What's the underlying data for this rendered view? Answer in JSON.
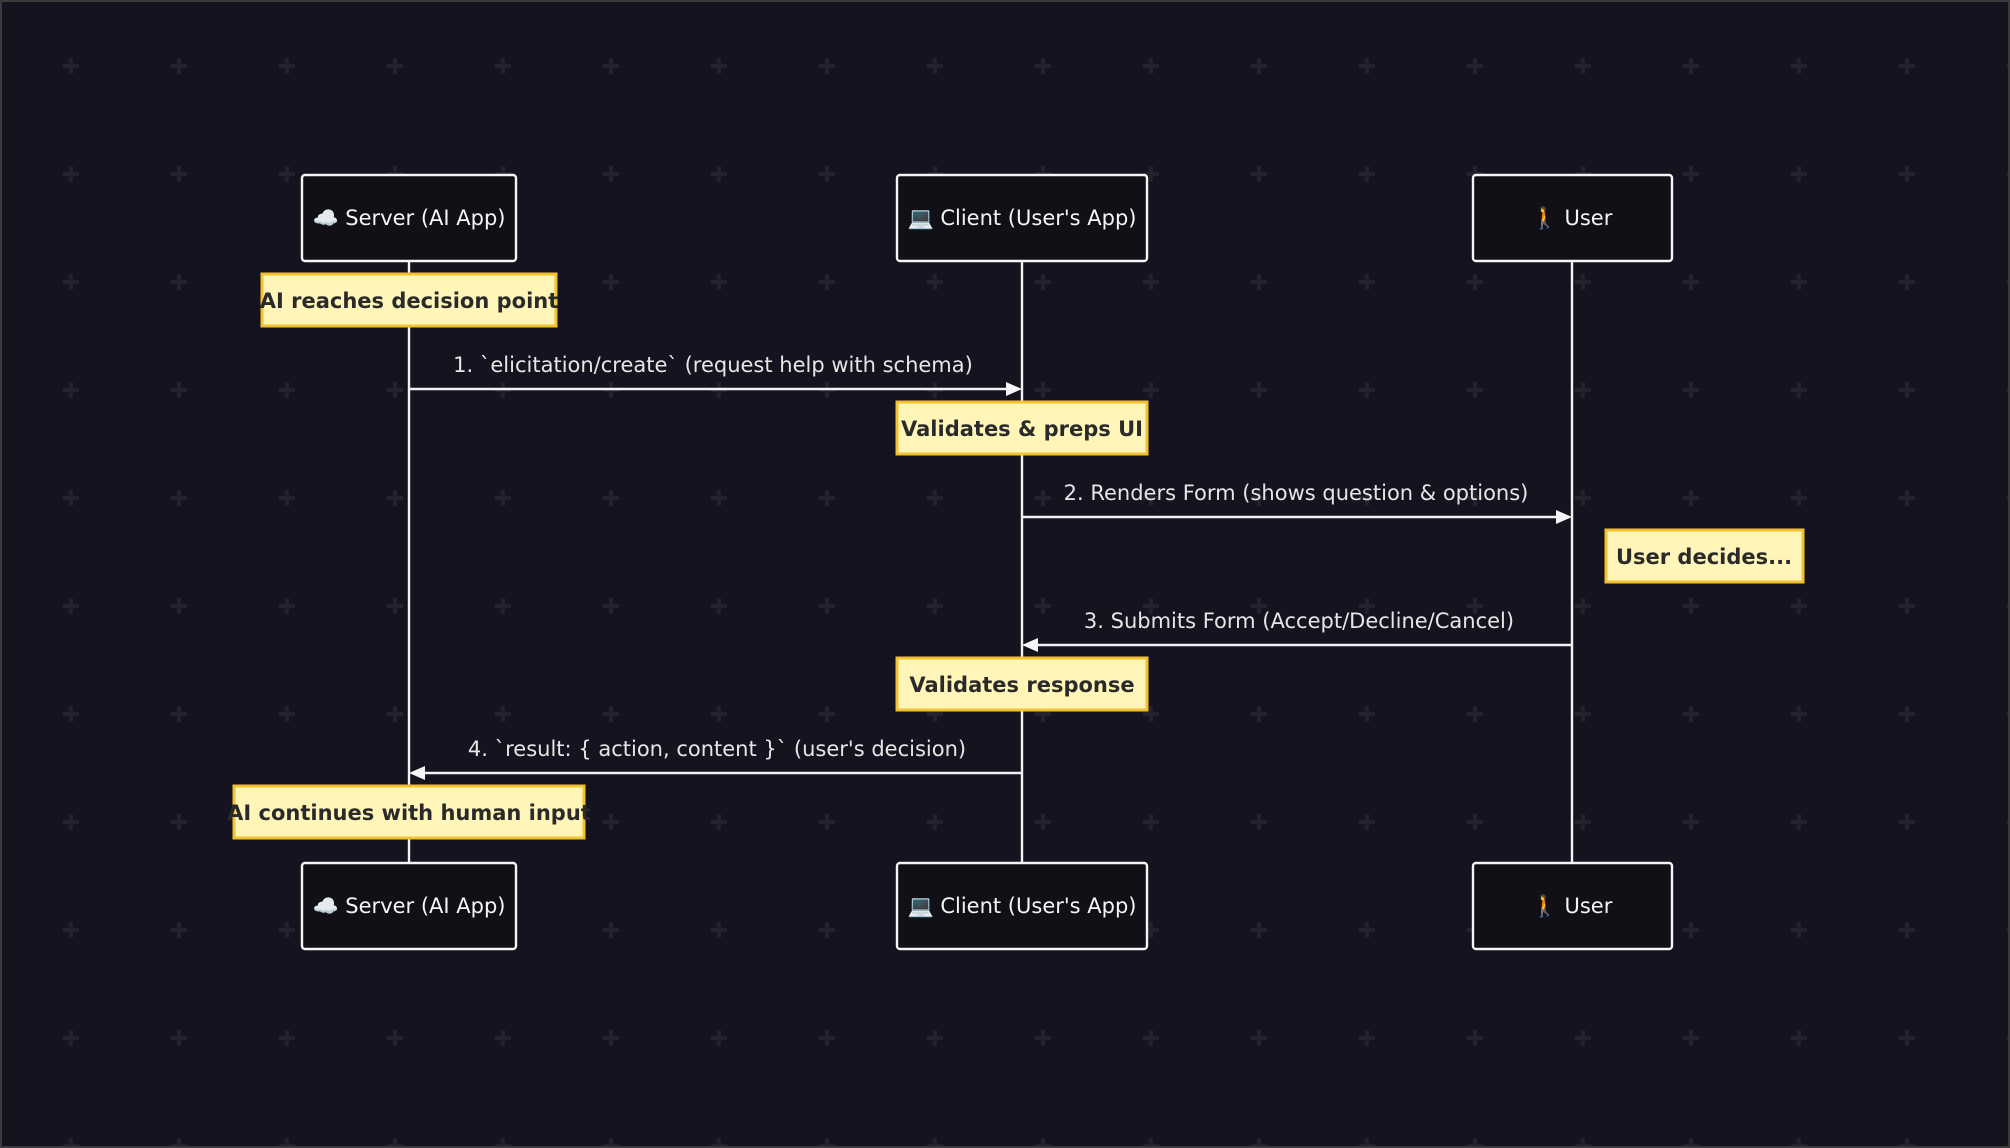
{
  "diagram": {
    "type": "sequence",
    "actors": {
      "server": {
        "label": "☁️ Server (AI App)"
      },
      "client": {
        "label": "💻 Client (User's App)"
      },
      "user": {
        "label": "🚶 User"
      }
    },
    "notes": {
      "server_decision": "AI reaches decision point",
      "client_validate": "Validates & preps UI",
      "user_decides": "User decides...",
      "client_validate_response": "Validates response",
      "server_continue": "AI continues with human input"
    },
    "messages": {
      "m1": "1. `elicitation/create` (request help with schema)",
      "m2": "2. Renders Form (shows question & options)",
      "m3": "3. Submits Form (Accept/Decline/Cancel)",
      "m4": "4. `result: { action, content }` (user's decision)"
    }
  },
  "colors": {
    "background": "#15131f",
    "note_fill": "#fff5b8",
    "note_border": "#f2c230",
    "line": "#f2f2f2"
  }
}
